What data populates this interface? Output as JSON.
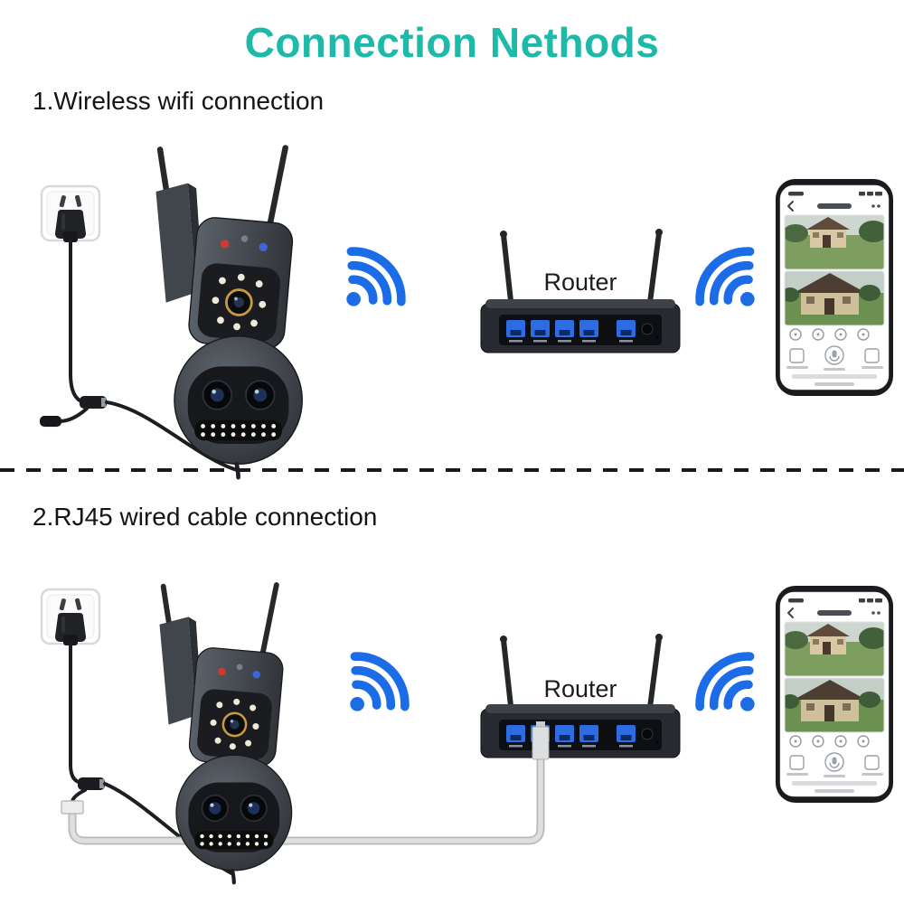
{
  "page": {
    "title": "Connection Nethods"
  },
  "sections": [
    {
      "heading": "1.Wireless wifi connection",
      "router_label": "Router"
    },
    {
      "heading": "2.RJ45 wired cable connection",
      "router_label": "Router"
    }
  ],
  "colors": {
    "title_teal": "#1db9a9",
    "wifi_blue": "#1c6ce8",
    "ethernet_cable_gray": "#dfdfdf",
    "heading_text": "#141414"
  },
  "icons": {
    "wifi": "wifi-signal-icon",
    "camera": "dual-lens-ptz-camera",
    "router": "wifi-router",
    "phone": "smartphone-camera-app",
    "outlet": "power-outlet-with-plug",
    "ethernet": "rj45-ethernet-cable"
  }
}
